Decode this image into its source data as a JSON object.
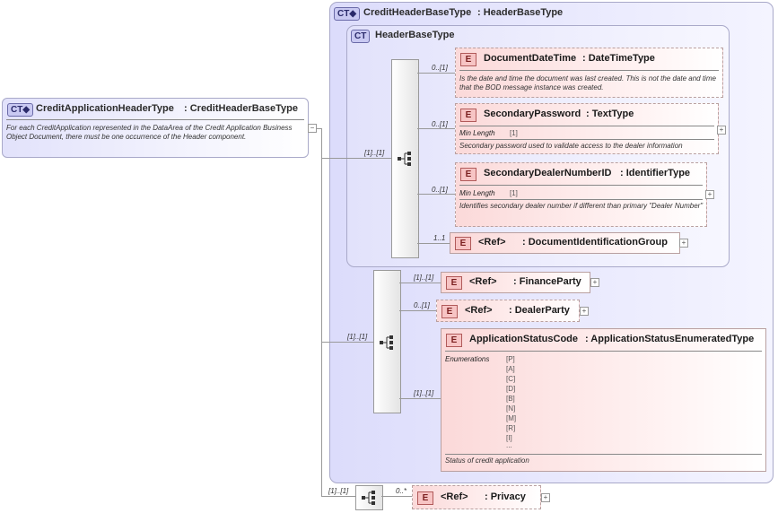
{
  "root": {
    "badge": "CT◆",
    "title": "CreditApplicationHeaderType",
    "base": ": CreditHeaderBaseType",
    "doc": "For each CreditApplication represented in the DataArea of the Credit Application Business Object Document, there must be one occurrence of the Header component."
  },
  "outer": {
    "badge": "CT◆",
    "title": "CreditHeaderBaseType",
    "base": ": HeaderBaseType"
  },
  "inner": {
    "badge": "CT",
    "title": "HeaderBaseType"
  },
  "occ": {
    "seq1": "[1]..[1]",
    "seq2": "[1]..[1]",
    "seq3": "[1]..[1]",
    "e1": "0..[1]",
    "e2": "0..[1]",
    "e3": "0..[1]",
    "e4": "1..1",
    "finance": "[1]..[1]",
    "dealer": "0..[1]",
    "status": "[1]..[1]",
    "privacy": "0..*"
  },
  "elements": {
    "documentDateTime": {
      "badge": "E",
      "name": "DocumentDateTime",
      "type": ": DateTimeType",
      "doc": "Is the date and time the document was last created. This is not the date and time that the BOD message instance was created."
    },
    "secondaryPassword": {
      "badge": "E",
      "name": "SecondaryPassword",
      "type": ": TextType",
      "facet": "Min Length",
      "facet_value": "[1]",
      "doc": "Secondary password used to validate access to the dealer information"
    },
    "secondaryDealer": {
      "badge": "E",
      "name": "SecondaryDealerNumberID",
      "type": ": IdentifierType",
      "facet": "Min Length",
      "facet_value": "[1]",
      "doc": "Identifies secondary dealer number if different than primary \"Dealer Number\""
    },
    "docIdGroup": {
      "badge": "E",
      "ref": "<Ref>",
      "type": ": DocumentIdentificationGroup"
    },
    "financeParty": {
      "badge": "E",
      "ref": "<Ref>",
      "type": ": FinanceParty"
    },
    "dealerParty": {
      "badge": "E",
      "ref": "<Ref>",
      "type": ": DealerParty"
    },
    "statusCode": {
      "badge": "E",
      "name": "ApplicationStatusCode",
      "type": ": ApplicationStatusEnumeratedType",
      "facet": "Enumerations",
      "enums": [
        "[P]",
        "[A]",
        "[C]",
        "[D]",
        "[B]",
        "[N]",
        "[M]",
        "[R]",
        "[I]",
        "..."
      ],
      "doc": "Status of credit application"
    },
    "privacy": {
      "badge": "E",
      "ref": "<Ref>",
      "type": ": Privacy"
    }
  },
  "icons": {
    "plus": "+",
    "minus": "−"
  }
}
